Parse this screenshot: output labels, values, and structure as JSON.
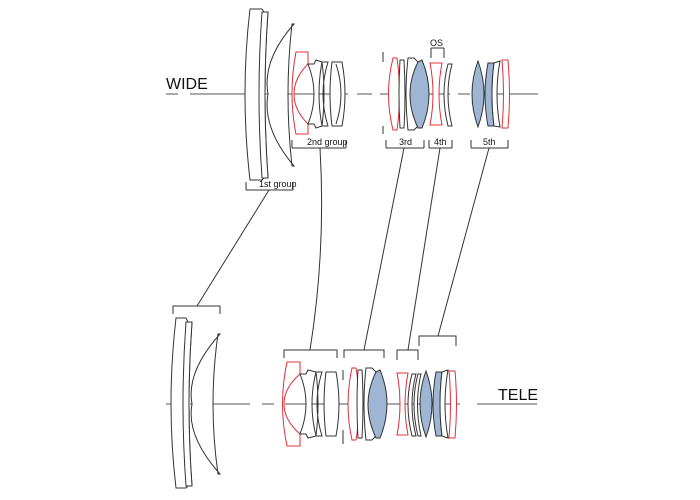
{
  "diagram": {
    "type": "zoom-lens-optical-construction",
    "positions": {
      "wide_label": "WIDE",
      "tele_label": "TELE"
    },
    "groups": [
      {
        "id": "g1",
        "label": "1st group"
      },
      {
        "id": "g2",
        "label": "2nd group"
      },
      {
        "id": "g3",
        "label": "3rd"
      },
      {
        "id": "g4",
        "label": "4th"
      },
      {
        "id": "g5",
        "label": "5th"
      }
    ],
    "os_label": "OS",
    "colors": {
      "standard_element": "#333333",
      "special_element": "#e0303a",
      "highlighted_element_fill": "#9fb5d4",
      "axis": "#555555"
    }
  }
}
